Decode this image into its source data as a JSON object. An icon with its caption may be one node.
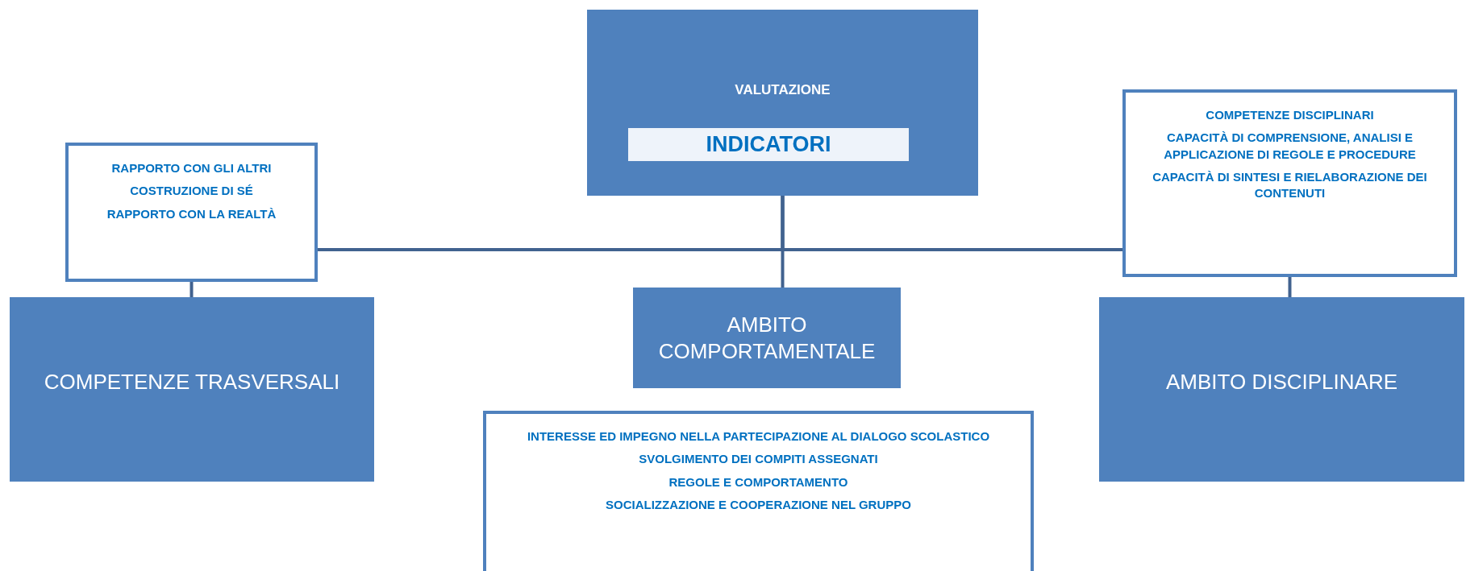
{
  "diagram": {
    "nodes": [
      {
        "text": [
          "VALUTAZIONE"
        ]
      },
      {
        "text": [
          "INDICATORI"
        ],
        "in": 0
      },
      {
        "text": [
          "RAPPORTO CON GLI ALTRI",
          "COSTRUZIONE DI SÉ",
          "RAPPORTO CON LA REALTÀ"
        ]
      },
      {
        "text": [
          "COMPETENZE DISCIPLINARI",
          "CAPACITÀ DI COMPRENSIONE, ANALISI E APPLICAZIONE DI REGOLE E PROCEDURE",
          "CAPACITÀ DI SINTESI E RIELABORAZIONE DEI CONTENUTI"
        ]
      },
      {
        "text": [
          "COMPETENZE TRASVERSALI"
        ]
      },
      {
        "text": [
          "AMBITO COMPORTAMENTALE"
        ]
      },
      {
        "text": [
          "AMBITO DISCIPLINARE"
        ]
      },
      {
        "text": [
          "INTERESSE ED IMPEGNO NELLA PARTECIPAZIONE AL DIALOGO SCOLASTICO",
          "SVOLGIMENTO DEI COMPITI ASSEGNATI",
          "REGOLE E COMPORTAMENTO",
          "SOCIALIZZAZIONE E COOPERAZIONE NEL GRUPPO"
        ]
      }
    ],
    "edges": [
      {
        "from": 0,
        "to": 2,
        "arrow": "none"
      },
      {
        "from": 0,
        "to": 3,
        "arrow": "none"
      },
      {
        "from": 0,
        "to": 5,
        "arrow": "none"
      },
      {
        "from": 2,
        "to": 4,
        "arrow": "none"
      },
      {
        "from": 3,
        "to": 6,
        "arrow": "none"
      }
    ]
  }
}
